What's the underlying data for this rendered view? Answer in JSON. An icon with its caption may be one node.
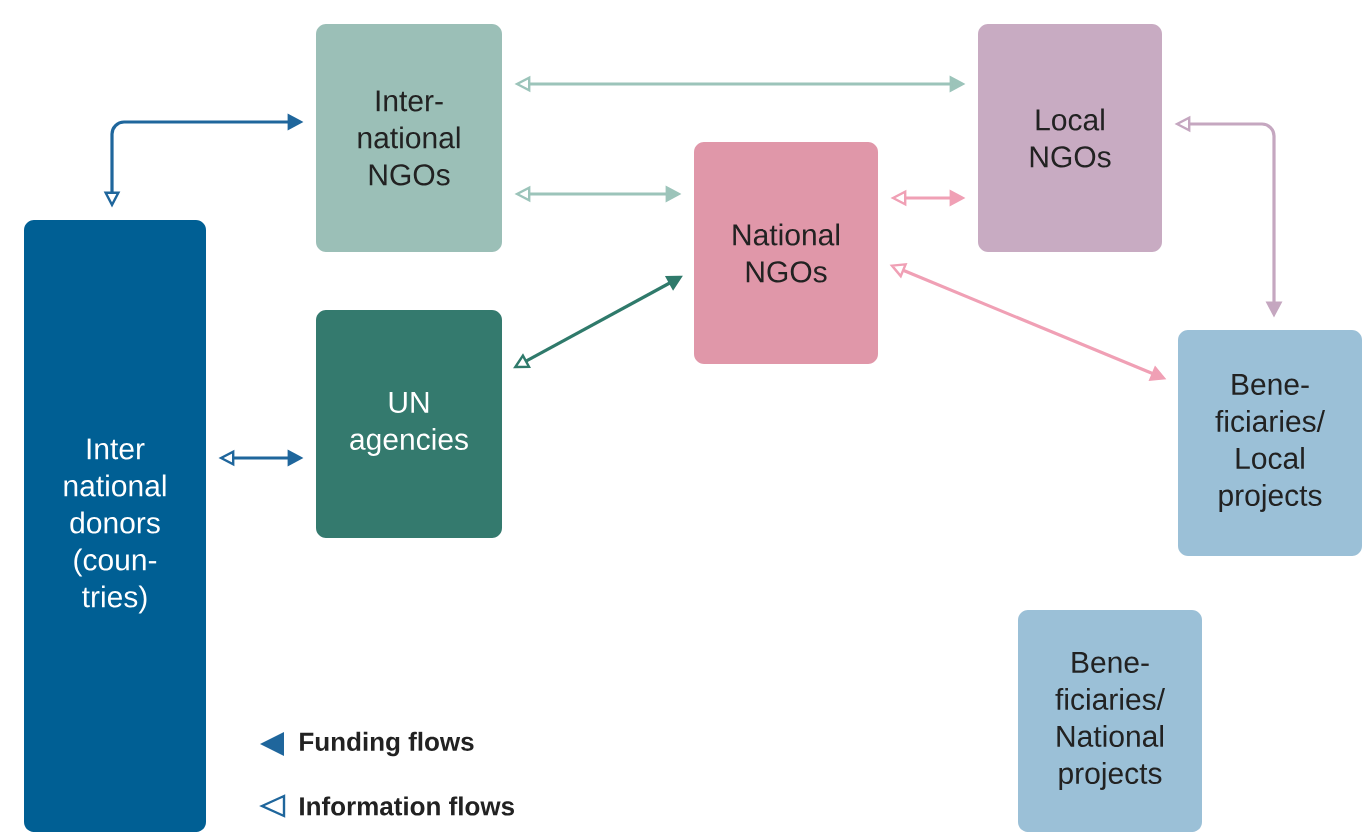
{
  "diagram": {
    "nodes": [
      {
        "text": [
          "Inter national donors (coun- tries)"
        ]
      },
      {
        "text": [
          "Inter- national NGOs"
        ]
      },
      {
        "text": [
          "UN agencies"
        ]
      },
      {
        "text": [
          "National NGOs"
        ]
      },
      {
        "text": [
          "Local NGOs"
        ]
      },
      {
        "text": [
          "Bene- ficiaries/ Local projects"
        ]
      },
      {
        "text": [
          "Bene- ficiaries/ National projects"
        ]
      }
    ],
    "edges": [
      {
        "from": 0,
        "to": 1,
        "arrow": "both",
        "color": "#1f669c"
      },
      {
        "from": 1,
        "to": 4,
        "arrow": "both",
        "color": "#9cc4ba"
      },
      {
        "from": 1,
        "to": 3,
        "arrow": "both",
        "color": "#9cc4ba"
      },
      {
        "from": 2,
        "to": 3,
        "arrow": "both",
        "color": "#2f7a6b"
      },
      {
        "from": 0,
        "to": 2,
        "arrow": "both",
        "color": "#1f669c"
      },
      {
        "from": 3,
        "to": 4,
        "arrow": "both",
        "color": "#f0a0b5"
      },
      {
        "from": 3,
        "to": 5,
        "arrow": "both",
        "color": "#f0a0b5"
      },
      {
        "from": 4,
        "to": 5,
        "arrow": "both",
        "color": "#c5a7c0"
      }
    ],
    "legend": [
      {
        "text": "Funding flows"
      },
      {
        "text": "Information flows"
      }
    ]
  }
}
